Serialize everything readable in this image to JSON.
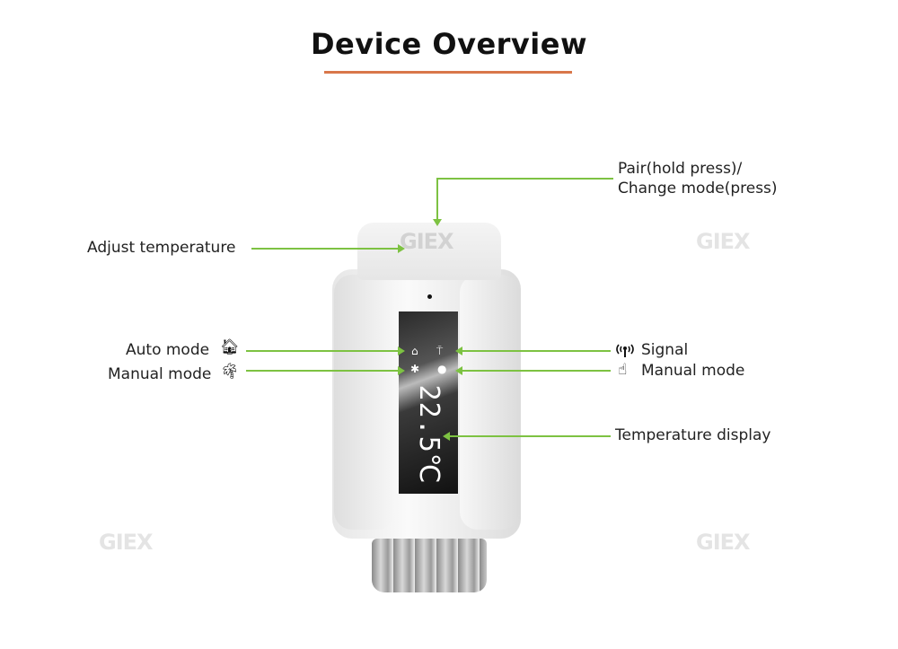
{
  "title": "Device Overview",
  "colors": {
    "accent_line": "#7dc242",
    "title_underline": "#d9774a"
  },
  "watermark": "GIEX",
  "labels": {
    "pair": [
      "Pair(hold press)/",
      "Change mode(press)"
    ],
    "adjust_temperature": "Adjust temperature",
    "auto_mode": "Auto mode",
    "manual_mode_left": "Manual mode",
    "signal": "Signal",
    "manual_mode_right": "Manual mode",
    "temperature_display": "Temperature display"
  },
  "icons": {
    "auto_mode": "house-icon",
    "manual_mode_left": "palm-tree-icon",
    "signal": "antenna-signal-icon",
    "manual_mode_right": "hand-pointer-icon"
  },
  "display": {
    "temperature": "22.5℃"
  }
}
